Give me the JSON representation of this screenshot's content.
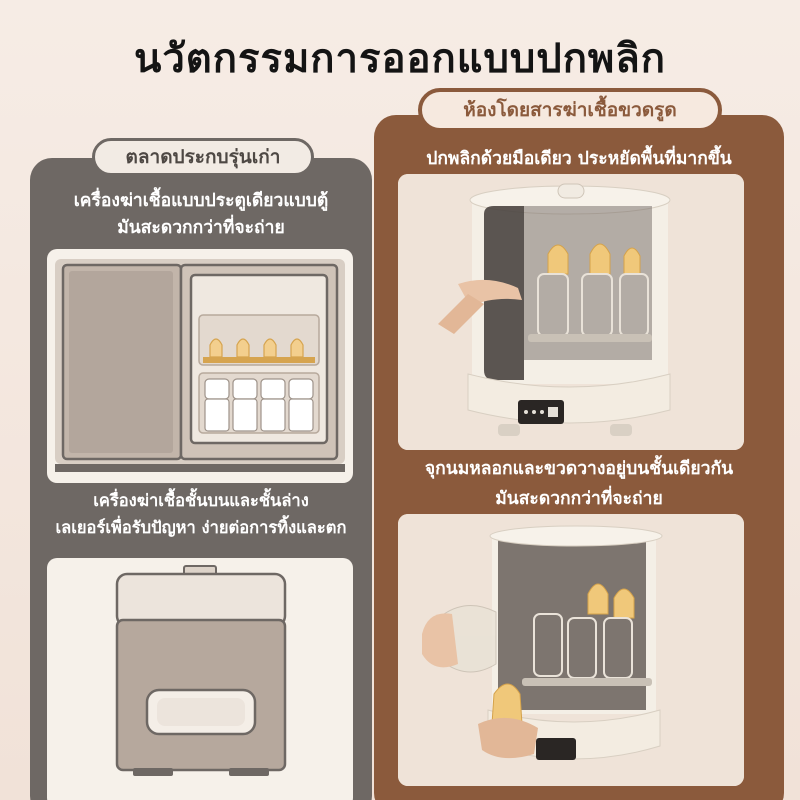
{
  "headline": "นวัตกรรมการออกแบบปกพลิก",
  "left": {
    "tag": "ตลาดประกบรุ่นเก่า",
    "caption1_line1": "เครื่องฆ่าเชื้อแบบประตูเดียวแบบตู้",
    "caption1_line2": "มันสะดวกกว่าที่จะถ่าย",
    "caption2_line1": "เครื่องฆ่าเชื้อชั้นบนและชั้นล่าง",
    "caption2_line2": "เลเยอร์เพื่อรับปัญหา ง่ายต่อการทิ้งและตก"
  },
  "right": {
    "tag": "ห้องโดยสารฆ่าเชื้อขวดรูด",
    "caption1": "ปกพลิกด้วยมือเดียว ประหยัดพื้นที่มากขึ้น",
    "caption2_line1": "จุกนมหลอกและขวดวางอยู่บนชั้นเดียวกัน",
    "caption2_line2": "มันสะดวกกว่าที่จะถ่าย"
  },
  "colors": {
    "left_panel": "#6e6864",
    "right_panel": "#8b5a3c",
    "background": "#f6ece5"
  },
  "icons": [
    "cabinet-sterilizer-illustration",
    "stacked-sterilizer-illustration",
    "flip-cover-sterilizer-photo",
    "bottle-rack-sterilizer-photo"
  ]
}
